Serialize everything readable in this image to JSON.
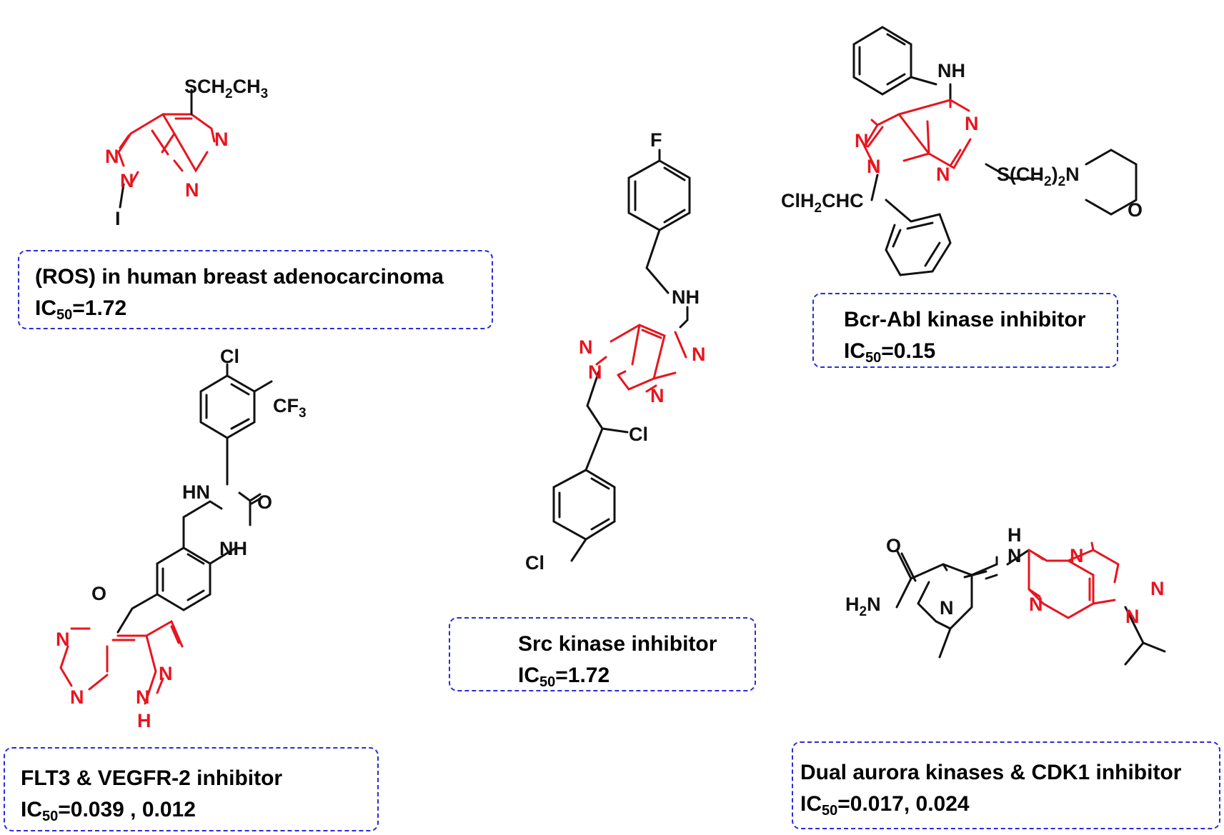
{
  "colors": {
    "core": "#e8141e",
    "bond": "#111111",
    "box_border": "#2b2bd6"
  },
  "compounds": [
    {
      "id": "c1",
      "labels": {
        "substituent": "SCH2CH3",
        "n1": "N",
        "n2": "N",
        "n3": "N",
        "n4": "N",
        "r": "I"
      },
      "caption": {
        "title": "(ROS) in human breast adenocarcinoma",
        "ic_label": "IC",
        "ic_sub": "50",
        "ic_value": "=1.72"
      }
    },
    {
      "id": "c2",
      "labels": {
        "cl": "Cl",
        "cf3": "CF3",
        "hn": "HN",
        "o_carbonyl": "O",
        "nh": "NH",
        "o_ether": "O",
        "n1": "N",
        "n2": "N",
        "n3": "N",
        "nh_ring": "N",
        "h": "H"
      },
      "caption": {
        "title": "FLT3 & VEGFR-2 inhibitor",
        "ic_label": "IC",
        "ic_sub": "50",
        "ic_value": "=0.039 , 0.012"
      }
    },
    {
      "id": "c3",
      "labels": {
        "f": "F",
        "nh": "NH",
        "n1": "N",
        "n2": "N",
        "n3": "N",
        "n4": "N",
        "cl_side": "Cl",
        "cl_para": "Cl"
      },
      "caption": {
        "title": "Src kinase inhibitor",
        "ic_label": "IC",
        "ic_sub": "50",
        "ic_value": "=1.72"
      }
    },
    {
      "id": "c4",
      "labels": {
        "nh": "NH",
        "n1": "N",
        "n2": "N",
        "n3": "N",
        "n4": "N",
        "side_chain": "S(CH2)2N",
        "o": "O",
        "n1_sub": "ClH2CHC"
      },
      "caption": {
        "title": "Bcr-Abl kinase inhibitor",
        "ic_label": "IC",
        "ic_sub": "50",
        "ic_value": "=0.15"
      }
    },
    {
      "id": "c5",
      "labels": {
        "o": "O",
        "h2n": "H2N",
        "n_pyrrole": "N",
        "h": "H",
        "nh_n": "N",
        "n1": "N",
        "n2": "N",
        "n3": "N",
        "n4": "N"
      },
      "caption": {
        "title": "Dual aurora kinases & CDK1 inhibitor",
        "ic_label": "IC",
        "ic_sub": "50",
        "ic_value": "=0.017, 0.024"
      }
    }
  ]
}
